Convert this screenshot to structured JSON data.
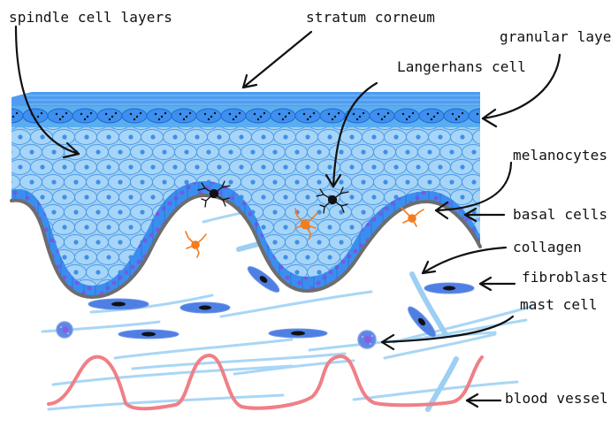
{
  "labels": {
    "spindle_cell_layers": "spindle cell layers",
    "stratum_corneum": "stratum corneum",
    "granular_layer": "granular layer",
    "langerhans_cell": "Langerhans cell",
    "melanocytes": "melanocytes",
    "basal_cells": "basal cells",
    "collagen": "collagen",
    "fibroblast": "fibroblast",
    "mast_cell": "mast cell",
    "blood_vessel": "blood vessel"
  },
  "colors": {
    "epidermis_light": "#9fd0f6",
    "epidermis_mid": "#5aaef0",
    "epidermis_dark": "#2f7fe3",
    "basal_cell": "#3a8ef0",
    "nucleus": "#6a5ce6",
    "basement_membrane": "#6d6d6d",
    "collagen": "#a9d6f5",
    "fibroblast": "#4f7fe3",
    "blood_vessel": "#f07f86",
    "melanocyte": "#f47c1f",
    "langerhans": "#111111"
  }
}
